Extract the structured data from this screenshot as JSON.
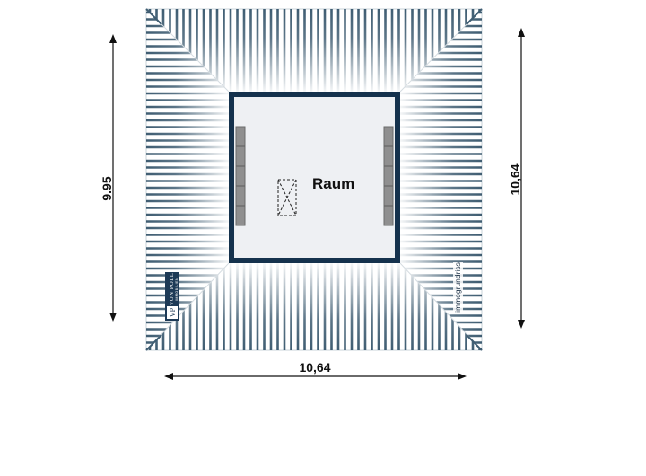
{
  "room": {
    "name": "Raum"
  },
  "dimensions": {
    "width_bottom": "10,64",
    "height_left": "9.95",
    "height_right": "10,64"
  },
  "branding": {
    "logo_initials": "VP",
    "logo_name": "VON POLL",
    "logo_sub": "IMMOBILIEN"
  },
  "credit": "immogrundriss",
  "colors": {
    "wall": "#15324d",
    "roof_stripe": "#3f5d72",
    "room_fill": "#eef0f3",
    "beam": "#8a8a8a"
  }
}
